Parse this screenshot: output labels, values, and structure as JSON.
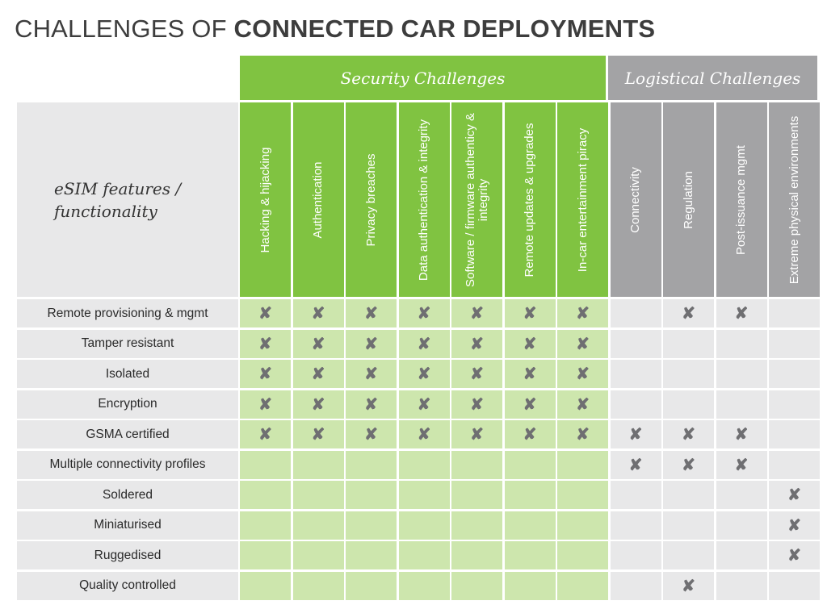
{
  "title": {
    "prefix": "CHALLENGES OF ",
    "bold": "CONNECTED CAR DEPLOYMENTS"
  },
  "groups": {
    "security": "Security Challenges",
    "logistical": "Logistical Challenges"
  },
  "features_header": "eSIM features / functionality",
  "mark_glyph": "✘",
  "colors": {
    "security_header": "#80c341",
    "security_cell": "#cde6ad",
    "logistical_header": "#a3a3a5",
    "neutral_cell": "#e8e8e9"
  },
  "columns": [
    {
      "label": "Hacking & hijacking",
      "group": "security"
    },
    {
      "label": "Authentication",
      "group": "security"
    },
    {
      "label": "Privacy breaches",
      "group": "security"
    },
    {
      "label": "Data authentication & integrity",
      "group": "security"
    },
    {
      "label": "Software / firmware authenticy & integrity",
      "group": "security"
    },
    {
      "label": "Remote updates & upgrades",
      "group": "security"
    },
    {
      "label": "In-car entertainment piracy",
      "group": "security"
    },
    {
      "label": "Connectivity",
      "group": "logistical"
    },
    {
      "label": "Regulation",
      "group": "logistical"
    },
    {
      "label": "Post-issuance mgmt",
      "group": "logistical"
    },
    {
      "label": "Extreme physical environments",
      "group": "logistical"
    }
  ],
  "rows": [
    {
      "label": "Remote provisioning & mgmt",
      "marks": [
        1,
        1,
        1,
        1,
        1,
        1,
        1,
        0,
        1,
        1,
        0
      ]
    },
    {
      "label": "Tamper resistant",
      "marks": [
        1,
        1,
        1,
        1,
        1,
        1,
        1,
        0,
        0,
        0,
        0
      ]
    },
    {
      "label": "Isolated",
      "marks": [
        1,
        1,
        1,
        1,
        1,
        1,
        1,
        0,
        0,
        0,
        0
      ]
    },
    {
      "label": "Encryption",
      "marks": [
        1,
        1,
        1,
        1,
        1,
        1,
        1,
        0,
        0,
        0,
        0
      ]
    },
    {
      "label": "GSMA certified",
      "marks": [
        1,
        1,
        1,
        1,
        1,
        1,
        1,
        1,
        1,
        1,
        0
      ]
    },
    {
      "label": "Multiple connectivity profiles",
      "marks": [
        0,
        0,
        0,
        0,
        0,
        0,
        0,
        1,
        1,
        1,
        0
      ]
    },
    {
      "label": "Soldered",
      "marks": [
        0,
        0,
        0,
        0,
        0,
        0,
        0,
        0,
        0,
        0,
        1
      ]
    },
    {
      "label": "Miniaturised",
      "marks": [
        0,
        0,
        0,
        0,
        0,
        0,
        0,
        0,
        0,
        0,
        1
      ]
    },
    {
      "label": "Ruggedised",
      "marks": [
        0,
        0,
        0,
        0,
        0,
        0,
        0,
        0,
        0,
        0,
        1
      ]
    },
    {
      "label": "Quality controlled",
      "marks": [
        0,
        0,
        0,
        0,
        0,
        0,
        0,
        0,
        1,
        0,
        0
      ]
    }
  ]
}
